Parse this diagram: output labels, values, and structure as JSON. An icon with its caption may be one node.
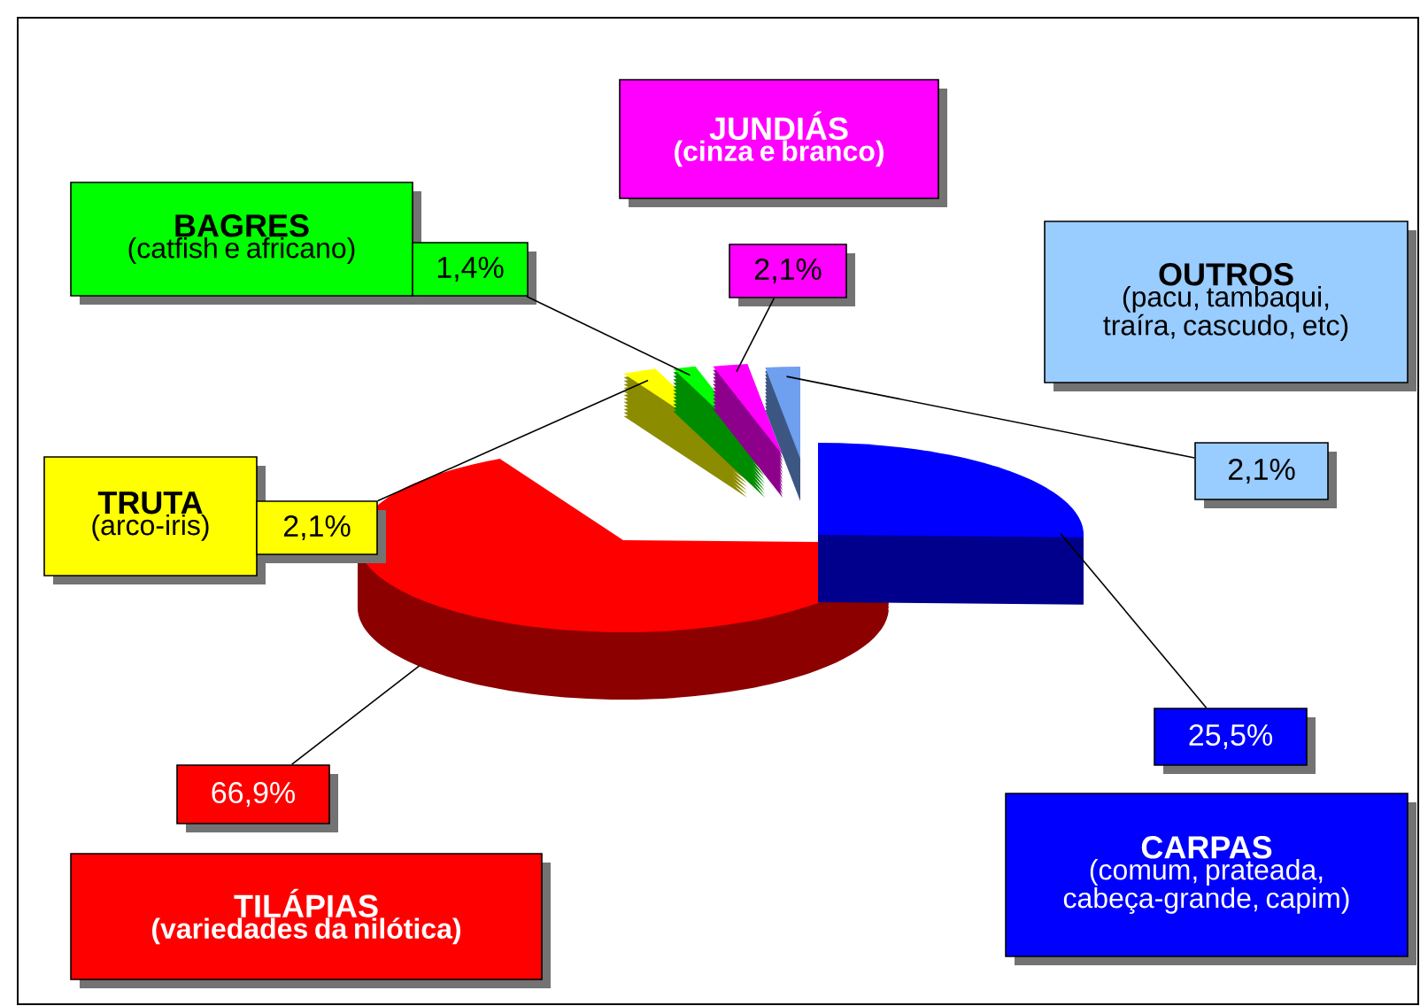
{
  "diagram": {
    "nodes": [
      {
        "text": [
          "JUNDIÁS",
          "(cinza e branco)"
        ]
      },
      {
        "text": [
          "BAGRES",
          "(catfish e africano)"
        ]
      },
      {
        "text": [
          "1,4%"
        ]
      },
      {
        "text": [
          "2,1%"
        ]
      },
      {
        "text": [
          "OUTROS",
          "(pacu, tambaqui, traíra, cascudo, etc)"
        ]
      },
      {
        "text": [],
        "shape": "wedge"
      },
      {
        "text": [],
        "shape": "wedge"
      },
      {
        "text": [],
        "shape": "wedge"
      },
      {
        "text": [],
        "shape": "wedge"
      },
      {
        "text": [
          "2,1%"
        ]
      },
      {
        "text": [
          "TRUTA",
          "(arco-iris)"
        ]
      },
      {
        "text": [
          "2,1%"
        ]
      },
      {
        "text": [],
        "shape": "wedge"
      },
      {
        "text": [],
        "shape": "wedge"
      },
      {
        "text": [
          "25,5%"
        ]
      },
      {
        "text": [
          "66,9%"
        ]
      },
      {
        "text": [
          "TILÁPIAS",
          "(variedades da nilótica)"
        ]
      },
      {
        "text": [
          "CARPAS",
          "(comum, prateada, cabeça-grande, capim)"
        ]
      }
    ],
    "edges": [
      {
        "from": 2,
        "to": 6,
        "arrow": "none"
      },
      {
        "from": 3,
        "to": 7,
        "arrow": "none"
      },
      {
        "from": 9,
        "to": 8,
        "arrow": "none"
      },
      {
        "from": 11,
        "to": 5,
        "arrow": "none"
      },
      {
        "from": 14,
        "to": 13,
        "arrow": "none"
      },
      {
        "from": 15,
        "to": 12,
        "arrow": "none"
      }
    ]
  }
}
